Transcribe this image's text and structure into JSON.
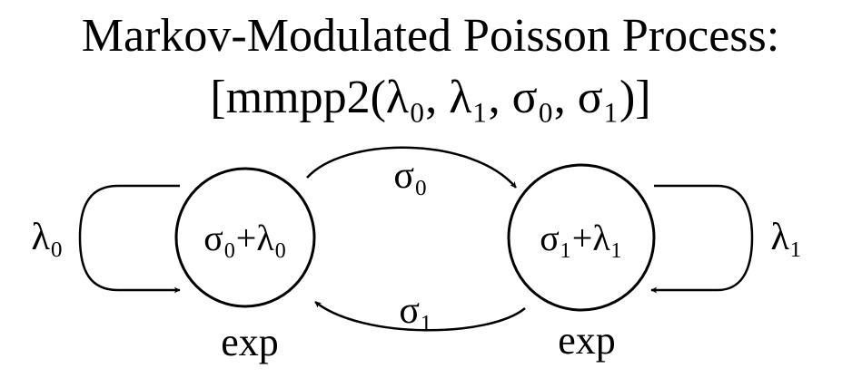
{
  "title": {
    "line1": "Markov-Modulated Poisson Process:",
    "line2": "[mmpp2(λ₀, λ₁, σ₀, σ₁)]"
  },
  "states": [
    {
      "id": "state-0",
      "label": "σ₀+λ₀",
      "distribution": "exp"
    },
    {
      "id": "state-1",
      "label": "σ₁+λ₁",
      "distribution": "exp"
    }
  ],
  "transitions": [
    {
      "from": "state-0",
      "to": "state-1",
      "label": "σ₀"
    },
    {
      "from": "state-1",
      "to": "state-0",
      "label": "σ₁"
    },
    {
      "from": "state-0",
      "to": "state-0",
      "label": "λ₀"
    },
    {
      "from": "state-1",
      "to": "state-1",
      "label": "λ₁"
    }
  ],
  "colors": {
    "stroke": "#000000",
    "background": "#ffffff"
  }
}
